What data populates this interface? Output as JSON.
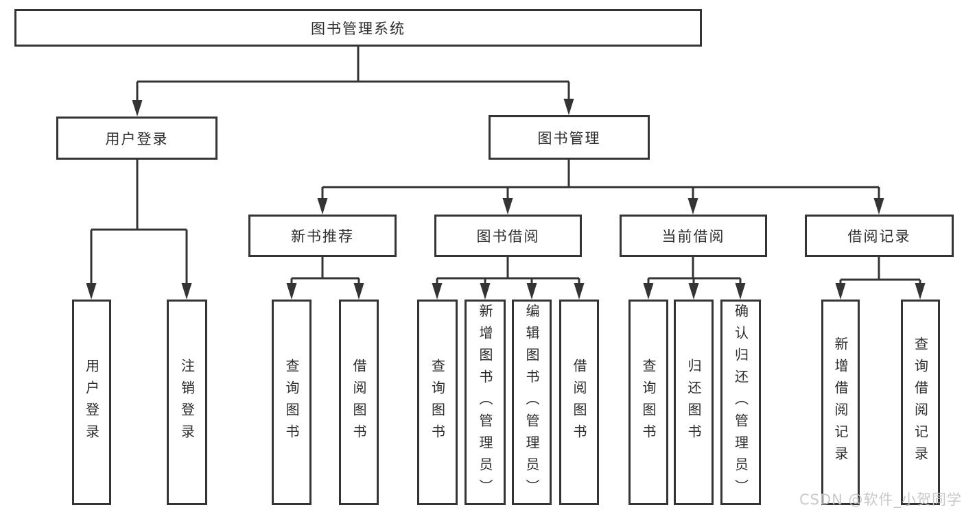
{
  "diagram": {
    "type": "hierarchy-tree",
    "orientation": "top-down",
    "tree": {
      "label": "图书管理系统",
      "children": [
        {
          "label": "用户登录",
          "children": [
            {
              "label": "用户登录"
            },
            {
              "label": "注销登录"
            }
          ]
        },
        {
          "label": "图书管理",
          "children": [
            {
              "label": "新书推荐",
              "children": [
                {
                  "label": "查询图书"
                },
                {
                  "label": "借阅图书"
                }
              ]
            },
            {
              "label": "图书借阅",
              "children": [
                {
                  "label": "查询图书"
                },
                {
                  "label": "新增图书（管理员）"
                },
                {
                  "label": "编辑图书（管理员）"
                },
                {
                  "label": "借阅图书"
                }
              ]
            },
            {
              "label": "当前借阅",
              "children": [
                {
                  "label": "查询图书"
                },
                {
                  "label": "归还图书"
                },
                {
                  "label": "确认归还（管理员）"
                }
              ]
            },
            {
              "label": "借阅记录",
              "children": [
                {
                  "label": "新增借阅记录"
                },
                {
                  "label": "查询借阅记录"
                }
              ]
            }
          ]
        }
      ]
    },
    "colors": {
      "line": "#343434",
      "box_border": "#343434",
      "box_fill": "#ffffff",
      "text": "#2d2d2d",
      "background": "#ffffff",
      "watermark": "#c6c6c6"
    }
  },
  "watermark": {
    "text": "CSDN @软件_小贺同学"
  }
}
